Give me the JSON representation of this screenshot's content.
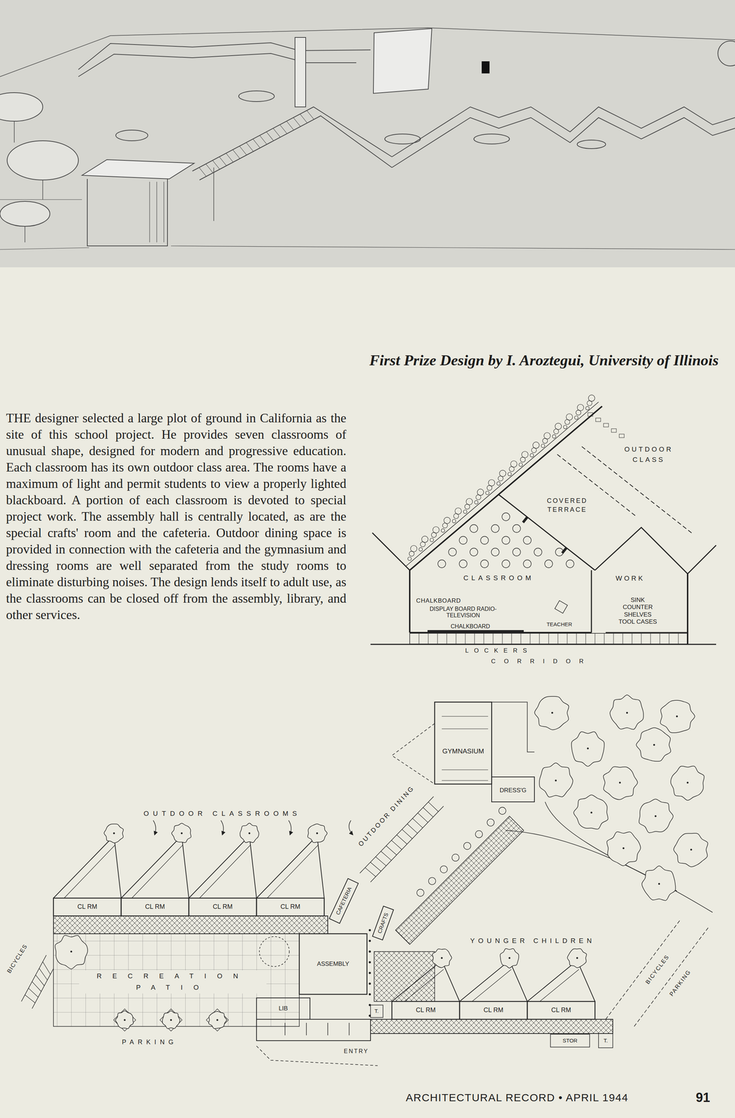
{
  "diagram": {
    "title": "First Prize Design by I. Aroztegui, University of Illinois",
    "labels": [
      "THE designer selected a large plot of ground in California as the site of this school project. He provides seven classrooms of unusual shape, designed for modern and progressive education. Each classroom has its own outdoor class area. The rooms have a maximum of light and permit students to view a properly lighted blackboard. A portion of each classroom is devoted to special project work. The assembly hall is centrally located, as are the special crafts' room and the cafeteria. Outdoor dining space is provided in connection with the cafeteria and the gymnasium and dressing rooms are well separated from the study rooms to eliminate disturbing noises. The design lends itself to adult use, as the classrooms can be closed off from the assembly, library, and other services.",
      "OUTDOOR CLASS",
      "COVERED TERRACE",
      "CLASSROOM",
      "WORK",
      "SINK COUNTER SHELVES TOOL CASES",
      "CHALKBOARD",
      "DISPLAY BOARD RADIO-TELEVISION",
      "CHALKBOARD",
      "TEACHER",
      "LOCKERS",
      "CORRIDOR",
      "GYMNASIUM",
      "DRESS'G",
      "OUTDOOR CLASSROOMS",
      "OUTDOOR DINING",
      "CL RM",
      "CL RM",
      "CL RM",
      "CL RM",
      "CAFETERIA",
      "CRAFTS",
      "YOUNGER CHILDREN",
      "BICYCLES",
      "RECREATION PATIO",
      "ASSEMBLY",
      "LIB",
      "T.",
      "CL RM",
      "CL RM",
      "CL RM",
      "BICYCLES",
      "PARKING",
      "PARKING",
      "STOR",
      "T.",
      "ENTRY",
      "ARCHITECTURAL RECORD • APRIL 1944",
      "91"
    ]
  }
}
